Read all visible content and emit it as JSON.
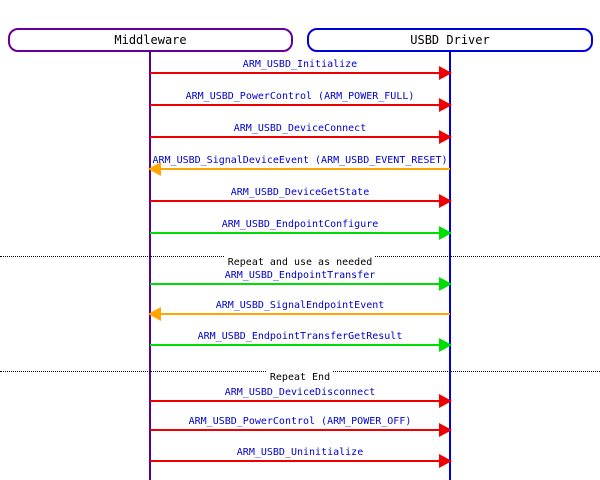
{
  "diagram": {
    "type": "sequence-diagram",
    "participants": [
      {
        "label": "Middleware",
        "border_color": "#660099"
      },
      {
        "label": "USBD Driver",
        "border_color": "#0000dd"
      }
    ],
    "message_label_color": "#0000cc",
    "arrow_colors": {
      "call": "#ee0000",
      "endpoint_call": "#00dd00",
      "event_callback": "#ffa500"
    },
    "messages": [
      {
        "label": "ARM_USBD_Initialize",
        "direction": "right",
        "color": "#ee0000"
      },
      {
        "label": "ARM_USBD_PowerControl (ARM_POWER_FULL)",
        "direction": "right",
        "color": "#ee0000"
      },
      {
        "label": "ARM_USBD_DeviceConnect",
        "direction": "right",
        "color": "#ee0000"
      },
      {
        "label": "ARM_USBD_SignalDeviceEvent (ARM_USBD_EVENT_RESET)",
        "direction": "left",
        "color": "#ffa500"
      },
      {
        "label": "ARM_USBD_DeviceGetState",
        "direction": "right",
        "color": "#ee0000"
      },
      {
        "label": "ARM_USBD_EndpointConfigure",
        "direction": "right",
        "color": "#00dd00"
      },
      {
        "label": "ARM_USBD_EndpointTransfer",
        "direction": "right",
        "color": "#00dd00"
      },
      {
        "label": "ARM_USBD_SignalEndpointEvent",
        "direction": "left",
        "color": "#ffa500"
      },
      {
        "label": "ARM_USBD_EndpointTransferGetResult",
        "direction": "right",
        "color": "#00dd00"
      },
      {
        "label": "ARM_USBD_DeviceDisconnect",
        "direction": "right",
        "color": "#ee0000"
      },
      {
        "label": "ARM_USBD_PowerControl (ARM_POWER_OFF)",
        "direction": "right",
        "color": "#ee0000"
      },
      {
        "label": "ARM_USBD_Uninitialize",
        "direction": "right",
        "color": "#ee0000"
      }
    ],
    "dividers": [
      {
        "label": "Repeat and use as needed"
      },
      {
        "label": "Repeat End"
      }
    ]
  }
}
